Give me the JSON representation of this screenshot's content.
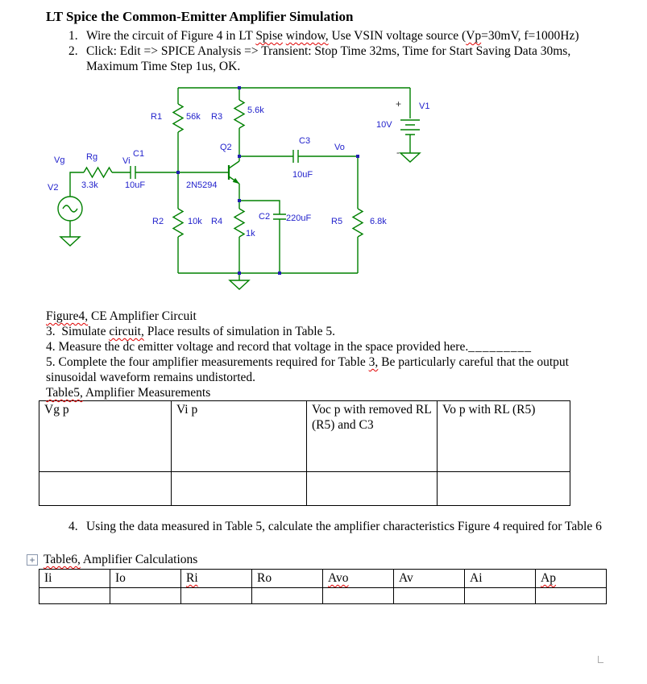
{
  "title": "LT Spice the Common-Emitter Amplifier Simulation",
  "steps": {
    "s1_num": "1.",
    "s1_a": "Wire the circuit of Figure 4 in LT ",
    "s1_sp1": "Spise",
    "s1_b": " ",
    "s1_sp2": "window,",
    "s1_c": " Use VSIN voltage source (",
    "s1_sp3": "Vp",
    "s1_d": "=30mV, f=1000Hz)",
    "s2_num": "2.",
    "s2_text": "Click: Edit => SPICE Analysis => Transient: Stop Time 32ms, Time for Start Saving Data 30ms, Maximum Time Step 1us, OK."
  },
  "circuit": {
    "labels": {
      "r1": "R1",
      "r1_val": "56k",
      "r3": "R3",
      "r3_val": "5.6k",
      "q2": "Q2",
      "q2_model": "2N5294",
      "c3": "C3",
      "c3_val": "10uF",
      "vo": "Vo",
      "v1": "V1",
      "v1_val": "10V",
      "plus": "+",
      "minus": "-",
      "rg": "Rg",
      "rg_val": "3.3k",
      "c1": "C1",
      "c1_val": "10uF",
      "vi": "Vi",
      "vg": "Vg",
      "v2": "V2",
      "r2": "R2",
      "r2_val": "10k",
      "r4": "R4",
      "r4_val": "1k",
      "c2": "C2",
      "c2_val": "220uF",
      "r5": "R5",
      "r5_val": "6.8k"
    }
  },
  "figure_caption": {
    "sp": "Figure4,",
    "rest": " CE Amplifier Circuit"
  },
  "para3": {
    "num": "3.",
    "a": "Simulate ",
    "sp": "circuit,",
    "b": " Place results of simulation in Table 5."
  },
  "para4": {
    "text": "4. Measure the dc emitter voltage and record that voltage in the space provided here.",
    "blank": "_________"
  },
  "para5": {
    "a": "5.  Complete the four amplifier measurements required for Table ",
    "sp": "3,",
    "b": " Be particularly careful that the output sinusoidal waveform remains undistorted."
  },
  "table5": {
    "caption_sp": "Table5,",
    "caption_rest": " Amplifier Measurements",
    "headers": [
      "Vg p",
      "Vi p",
      "Voc p  with removed RL (R5) and C3",
      "Vo p with RL (R5)"
    ]
  },
  "step4b": {
    "num": "4.",
    "text": "Using the data measured in Table 5, calculate the amplifier characteristics Figure 4 required for Table 6"
  },
  "table6": {
    "icon": "+",
    "caption_sp": "Table6,",
    "caption_rest": " Amplifier Calculations",
    "headers": [
      "Ii",
      "Io",
      "Ri",
      "Ro",
      "Avo",
      "Av",
      "Ai",
      "Ap"
    ]
  }
}
